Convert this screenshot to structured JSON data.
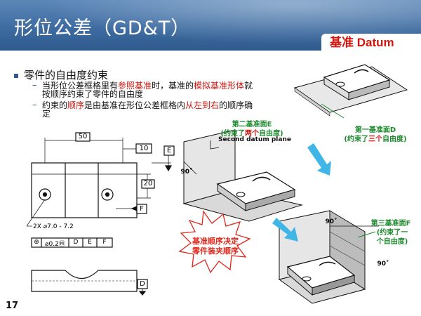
{
  "header": {
    "title": "形位公差（GD&T）",
    "tag": "基准 Datum"
  },
  "bullet": {
    "text": "零件的自由度约束"
  },
  "lines": {
    "l1_a": "当形位公差框格里有",
    "l1_red1": "参照基准",
    "l1_b": "时，基准的",
    "l1_red2": "模拟基准形体",
    "l1_c": "就",
    "l1_d": "按顺序约束了零件的自由度",
    "l2_a": "约束的",
    "l2_red1": "顺序",
    "l2_b": "是由基准在形位公差框格内",
    "l2_red2": "从左到右",
    "l2_c": "的顺序确",
    "l2_d": "定"
  },
  "drawing": {
    "dim_50": "50",
    "dim_10": "10",
    "dim_20": "20",
    "datum_e": "E",
    "datum_f": "F",
    "datum_d": "D",
    "hole_spec": "2X ⌀7.0 - 7.2",
    "fcf": [
      "⊕",
      "⌀0.2Ⓜ",
      "D",
      "E",
      "F"
    ]
  },
  "callouts": {
    "second_title": "第二基准面E",
    "second_a": "(约束了",
    "second_red": "两个",
    "second_b": "自由度)",
    "second_en": "Second datum plane",
    "first_title": "第一基准面D",
    "first_a": "(约束了",
    "first_red": "三个",
    "first_b": "自由度)",
    "third_title": "第三基准面F",
    "third_a": "(约束了一",
    "third_b": "个自由度)",
    "angle_90": "90˚",
    "burst_line1": "基准顺序决定",
    "burst_line2": "零件装夹顺序"
  },
  "page_number": "17"
}
